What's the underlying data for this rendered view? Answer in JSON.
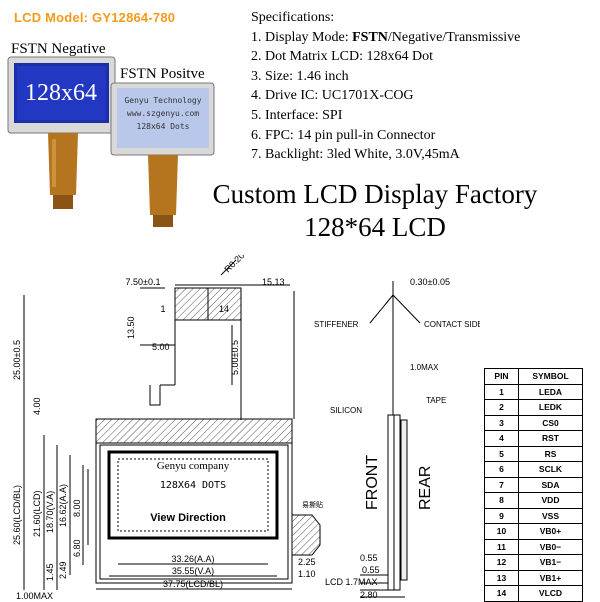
{
  "header": {
    "model_label": "LCD Model: GY12864-780",
    "fstn_negative": "FSTN Negative",
    "fstn_positive": "FSTN Positve"
  },
  "photo": {
    "negative_screen_text": "128x64",
    "positive_screen_lines": [
      "Genyu Technology",
      "www.szgenyu.com",
      "128x64 Dots"
    ]
  },
  "specifications": {
    "title": "Specifications:",
    "items": [
      "1. Display Mode: ",
      "2. Dot Matrix LCD: 128x64 Dot",
      "3. Size:    1.46 inch",
      "4. Drive IC:   UC1701X-COG",
      "5. Interface:  SPI",
      "6. FPC:  14 pin pull-in Connector",
      "7. Backlight: 3led White, 3.0V,45mA"
    ],
    "display_mode_bold": "FSTN",
    "display_mode_rest": "/Negative/Transmissive"
  },
  "headline": {
    "line1": "Custom LCD Display Factory",
    "line2": "128*64 LCD"
  },
  "drawing": {
    "panel_text_1": "Genyu company",
    "panel_text_2": "128X64 DOTS",
    "view_direction": "View Direction",
    "pin1": "1",
    "pin14": "14",
    "dims": {
      "d7_50": "7.50±0.1",
      "r0_20": "R0.20",
      "d15_13": "15.13",
      "d13_50": "13.50",
      "d5_00": "5.00",
      "d5_00b": "5.00±0.5",
      "d25_00": "25.00±0.5",
      "d4_00": "4.00",
      "d25_60": "25.60(LCD/BL)",
      "d21_60": "21.60(LCD)",
      "d18_70": "18.70(V.A)",
      "d16_62": "16.62(A.A)",
      "d8_00": "8.00",
      "d6_80": "6.80",
      "d1_45": "1.45",
      "d2_49": "2.49",
      "d1_00max": "1.00MAX",
      "d33_26": "33.26(A.A)",
      "d35_55": "35.55(V.A)",
      "d37_75": "37.75(LCD/BL)",
      "d2_25": "2.25",
      "d1_10": "1.10",
      "d0_30": "0.30±0.05",
      "d1_0max": "1.0MAX",
      "d0_55a": "0.55",
      "d0_55b": "0.55",
      "d1_7max": "LCD  1.7MAX",
      "d2_80": "2.80"
    },
    "side_labels": {
      "stiffener": "STIFFENER",
      "contact_side": "CONTACT SIDE",
      "tape": "TAPE",
      "silicon": "SILICON",
      "front": "FRONT",
      "rear": "REAR",
      "small_note": "易撕贴"
    }
  },
  "pin_table": {
    "headers": [
      "PIN",
      "SYMBOL"
    ],
    "rows": [
      [
        "1",
        "LEDA"
      ],
      [
        "2",
        "LEDK"
      ],
      [
        "3",
        "CS0"
      ],
      [
        "4",
        "RST"
      ],
      [
        "5",
        "RS"
      ],
      [
        "6",
        "SCLK"
      ],
      [
        "7",
        "SDA"
      ],
      [
        "8",
        "VDD"
      ],
      [
        "9",
        "VSS"
      ],
      [
        "10",
        "VB0+"
      ],
      [
        "11",
        "VB0−"
      ],
      [
        "12",
        "VB1−"
      ],
      [
        "13",
        "VB1+"
      ],
      [
        "14",
        "VLCD"
      ]
    ]
  },
  "colors": {
    "model_label": "#f39a1a",
    "negative_screen_bg": "#1d2fa8",
    "positive_screen_bg": "#b9c8ea",
    "fpc": "#b5751f"
  }
}
